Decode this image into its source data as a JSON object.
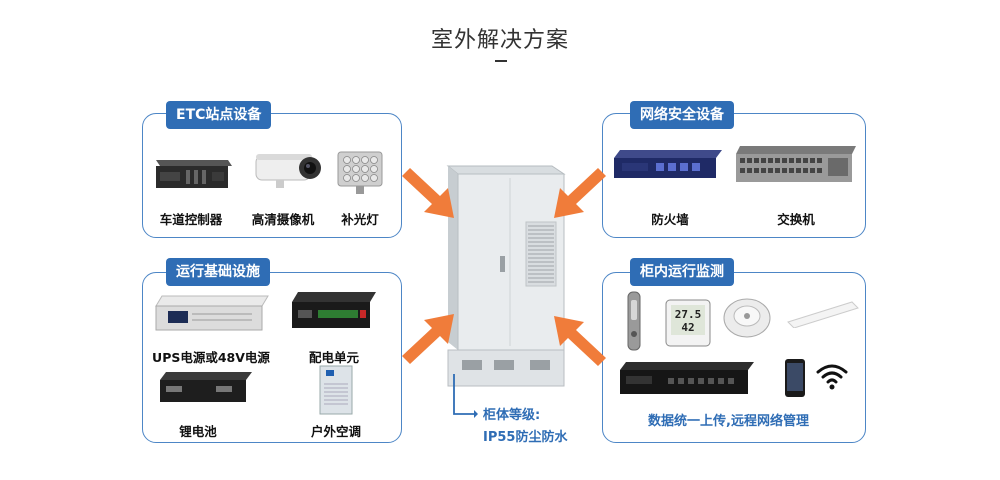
{
  "title": "室外解决方案",
  "cabinet": {
    "spec_line1": "柜体等级:",
    "spec_line2": "IP55防尘防水"
  },
  "panels": {
    "etc": {
      "tag": "ETC站点设备",
      "items": [
        "车道控制器",
        "高清摄像机",
        "补光灯"
      ]
    },
    "network": {
      "tag": "网络安全设备",
      "items": [
        "防火墙",
        "交换机"
      ]
    },
    "infra": {
      "tag": "运行基础设施",
      "items": [
        "UPS电源或48V电源",
        "配电单元",
        "锂电池",
        "户外空调"
      ]
    },
    "monitor": {
      "tag": "柜内运行监测",
      "caption": "数据统一上传,远程网络管理"
    }
  },
  "colors": {
    "accent_blue": "#2f6db5",
    "panel_border": "#4d86c6",
    "arrow_orange": "#f07c3a"
  },
  "icons": [
    "cabinet-icon",
    "wifi-icon",
    "smartphone-icon",
    "door-lock-icon",
    "thermometer-display-icon",
    "smoke-detector-icon",
    "water-sensor-icon",
    "monitor-host-icon"
  ]
}
